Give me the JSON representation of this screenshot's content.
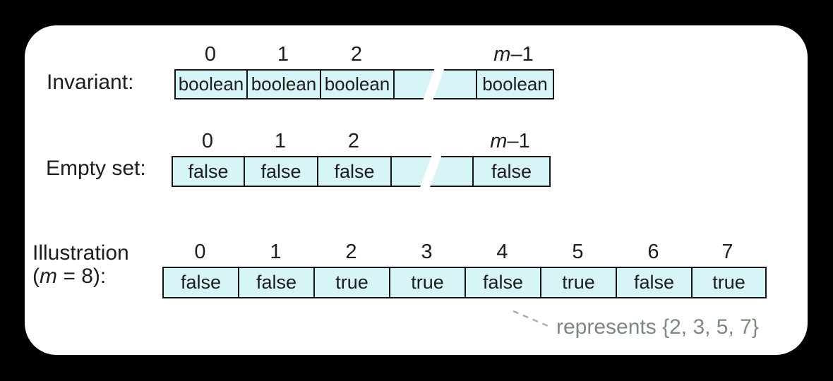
{
  "rows": {
    "invariant": {
      "label": "Invariant:",
      "indices": [
        "0",
        "1",
        "2"
      ],
      "m_var": "m",
      "m_rest": "–1",
      "cells": [
        "boolean",
        "boolean",
        "boolean"
      ],
      "last_cell": "boolean"
    },
    "empty_set": {
      "label": "Empty set:",
      "indices": [
        "0",
        "1",
        "2"
      ],
      "m_var": "m",
      "m_rest": "–1",
      "cells": [
        "false",
        "false",
        "false"
      ],
      "last_cell": "false"
    },
    "illustration": {
      "label_line1": "Illustration",
      "label_open": "(",
      "m_var": "m",
      "label_rest": " = 8):",
      "indices": [
        "0",
        "1",
        "2",
        "3",
        "4",
        "5",
        "6",
        "7"
      ],
      "cells": [
        "false",
        "false",
        "true",
        "true",
        "false",
        "true",
        "false",
        "true"
      ]
    }
  },
  "annotation": {
    "text": "represents {2, 3, 5, 7}"
  },
  "colors": {
    "page_bg": "#000000",
    "panel_bg": "#ffffff",
    "cell_fill": "#d7f4f6",
    "cell_border": "#141414",
    "text": "#1d1d1d",
    "annotation": "#7b8a7c",
    "dash": "#a8aea8"
  }
}
